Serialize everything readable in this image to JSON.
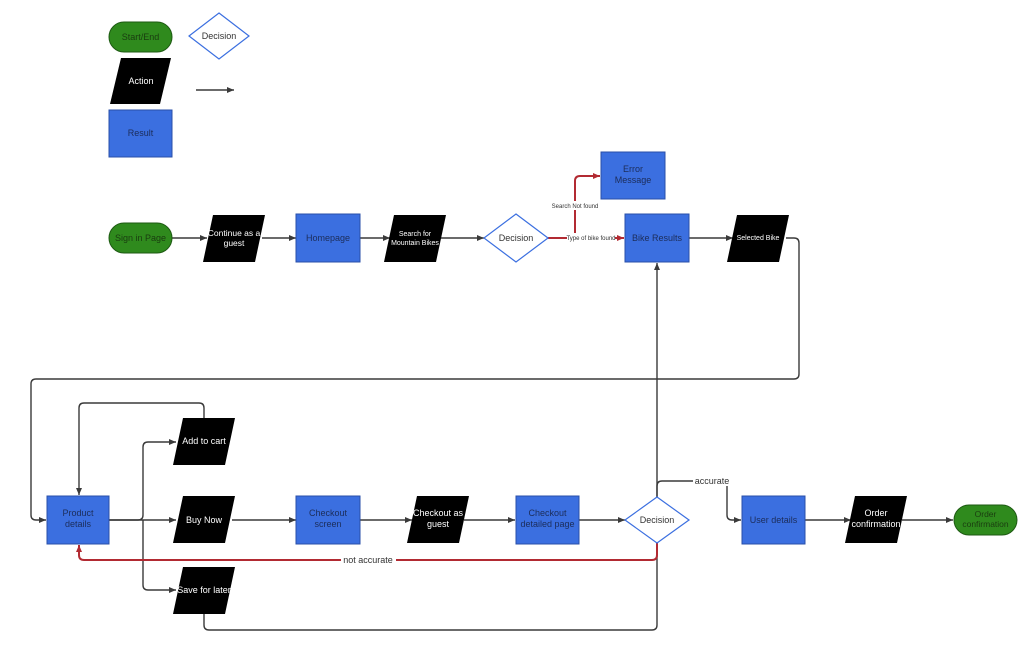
{
  "legend": {
    "start_end": "Start/End",
    "decision": "Decision",
    "action": "Action",
    "result": "Result"
  },
  "nodes": {
    "sign_in_page": "Sign in Page",
    "continue_guest": [
      "Continue as a",
      "guest"
    ],
    "homepage": "Homepage",
    "search_mountain_bikes": [
      "Search for",
      "Mountain Bikes"
    ],
    "decision_search": "Decision",
    "error_message": [
      "Error",
      "Message"
    ],
    "bike_results": "Bike Results",
    "selected_bike": "Selected Bike",
    "product_details": [
      "Product",
      "details"
    ],
    "add_to_cart": "Add to cart",
    "buy_now": "Buy Now",
    "save_for_later": "Save for later",
    "checkout_screen": [
      "Checkout",
      "screen"
    ],
    "checkout_as_guest": [
      "Checkout as",
      "guest"
    ],
    "checkout_detailed_page": [
      "Checkout",
      "detailed page"
    ],
    "decision_accuracy": "Decision",
    "user_details": "User details",
    "order_confirmation_action": [
      "Order",
      "confirmation"
    ],
    "order_confirmation_end": [
      "Order",
      "confirmation"
    ]
  },
  "edge_labels": {
    "search_not_found": "Search Not found",
    "type_of_bike_found": "Type of bike found",
    "accurate": "accurate",
    "not_accurate": "not accurate"
  },
  "colors": {
    "start_end_fill": "#2f8a1d",
    "result_fill": "#3b6fe0",
    "action_fill": "#000000",
    "decision_stroke": "#3b6fe0",
    "edge": "#3a3a3a",
    "negative_edge": "#b22a32"
  }
}
